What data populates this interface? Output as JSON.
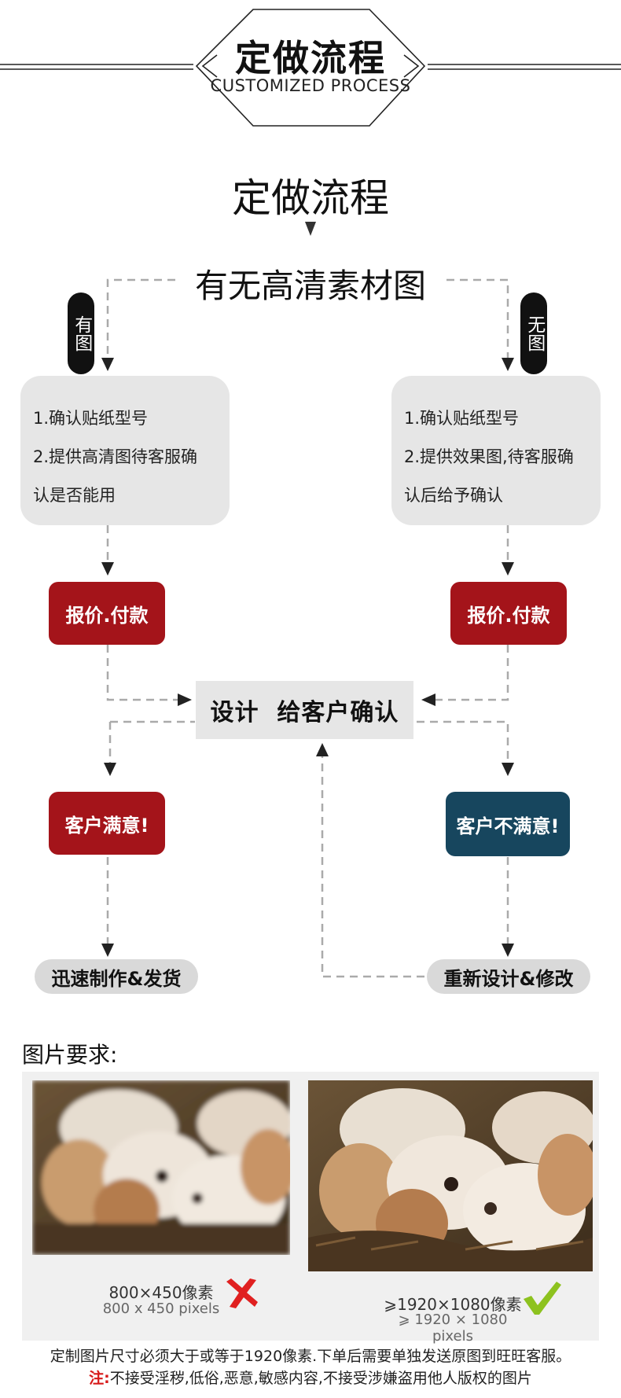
{
  "header": {
    "title": "定做流程",
    "subtitle": "CUSTOMIZED PROCESS"
  },
  "flow": {
    "title": "定做流程",
    "question": "有无高清素材图",
    "left_tag": "有图",
    "right_tag": "无图",
    "left_card": [
      "1.确认贴纸型号",
      "2.提供高清图待客服确",
      "认是否能用"
    ],
    "right_card": [
      "1.确认贴纸型号",
      "2.提供效果图,待客服确",
      "认后给予确认"
    ],
    "pay_left": "报价.付款",
    "pay_right": "报价.付款",
    "design_confirm": "设计  给客户确认",
    "satisfied": "客户满意!",
    "unsatisfied": "客户不满意!",
    "ship": "迅速制作&发货",
    "redesign": "重新设计&修改"
  },
  "requirements": {
    "label": "图片要求:",
    "low_res": {
      "cn": "800×450像素",
      "en": "800 x 450 pixels"
    },
    "high_res": {
      "cn": "⩾1920×1080像素",
      "en": "⩾ 1920 × 1080 pixels"
    }
  },
  "footer": {
    "line1": "定制图片尺寸必须大于或等于1920像素.下单后需要单独发送原图到旺旺客服。",
    "note_label": "注:",
    "line2": "不接受淫秽,低俗,恶意,敏感内容,不接受涉嫌盗用他人版权的图片"
  },
  "colors": {
    "red": "#a4141a",
    "blue": "#17465e",
    "card_gray": "#e6e6e6",
    "note_red": "#d71a1a"
  }
}
